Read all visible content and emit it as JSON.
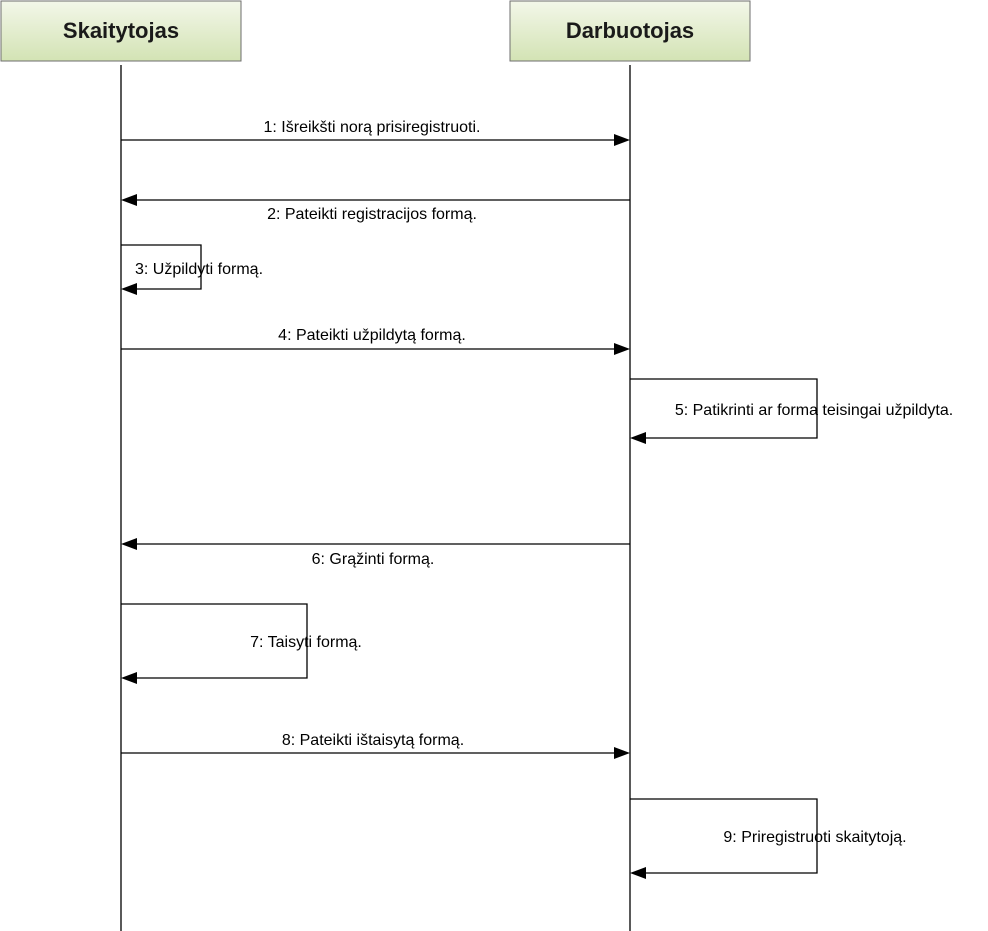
{
  "colors": {
    "actor_fill_top": "#f3f7e9",
    "actor_fill_bottom": "#d3e3b4",
    "actor_border": "#6e6e6e",
    "line": "#000000"
  },
  "actors": [
    {
      "id": "skaitytojas",
      "label": "Skaitytojas"
    },
    {
      "id": "darbuotojas",
      "label": "Darbuotojas"
    }
  ],
  "messages": [
    {
      "number": 1,
      "label": "1: Išreikšti norą prisiregistruoti.",
      "from": "skaitytojas",
      "to": "darbuotojas"
    },
    {
      "number": 2,
      "label": "2: Pateikti registracijos formą.",
      "from": "darbuotojas",
      "to": "skaitytojas"
    },
    {
      "number": 3,
      "label": "3: Užpildyti formą.",
      "from": "skaitytojas",
      "to": "skaitytojas"
    },
    {
      "number": 4,
      "label": "4: Pateikti užpildytą formą.",
      "from": "skaitytojas",
      "to": "darbuotojas"
    },
    {
      "number": 5,
      "label": "5: Patikrinti ar forma teisingai užpildyta.",
      "from": "darbuotojas",
      "to": "darbuotojas"
    },
    {
      "number": 6,
      "label": "6: Grąžinti formą.",
      "from": "darbuotojas",
      "to": "skaitytojas"
    },
    {
      "number": 7,
      "label": "7: Taisyti formą.",
      "from": "skaitytojas",
      "to": "skaitytojas"
    },
    {
      "number": 8,
      "label": "8: Pateikti ištaisytą formą.",
      "from": "skaitytojas",
      "to": "darbuotojas"
    },
    {
      "number": 9,
      "label": "9: Priregistruoti skaitytoją.",
      "from": "darbuotojas",
      "to": "darbuotojas"
    }
  ]
}
